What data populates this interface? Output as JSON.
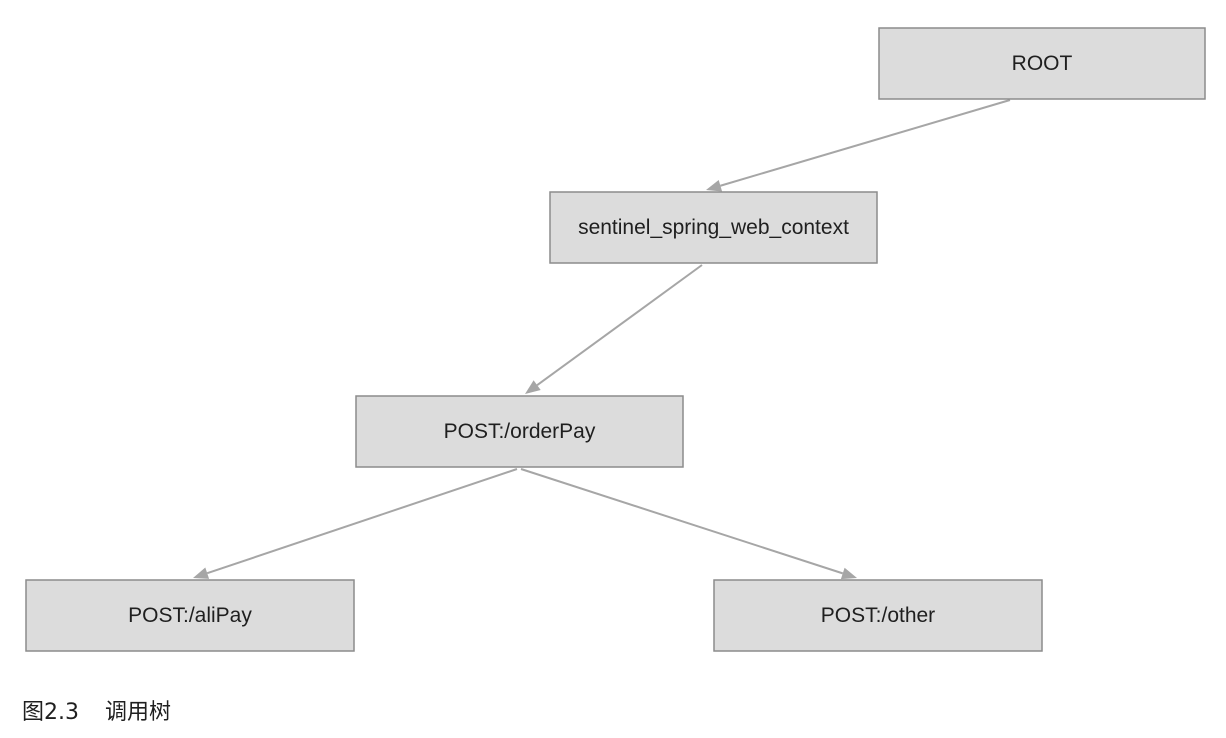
{
  "diagram": {
    "nodes": [
      {
        "id": "root",
        "label": "ROOT"
      },
      {
        "id": "context",
        "label": "sentinel_spring_web_context"
      },
      {
        "id": "orderpay",
        "label": "POST:/orderPay"
      },
      {
        "id": "alipay",
        "label": "POST:/aliPay"
      },
      {
        "id": "other",
        "label": "POST:/other"
      }
    ],
    "edges": [
      {
        "from": "root",
        "to": "context"
      },
      {
        "from": "context",
        "to": "orderpay"
      },
      {
        "from": "orderpay",
        "to": "alipay"
      },
      {
        "from": "orderpay",
        "to": "other"
      }
    ],
    "colors": {
      "node_fill": "#dcdcdc",
      "node_border": "#8c8c8c",
      "edge": "#a6a6a6"
    }
  },
  "caption": {
    "number": "图2.3",
    "title": "调用树"
  }
}
